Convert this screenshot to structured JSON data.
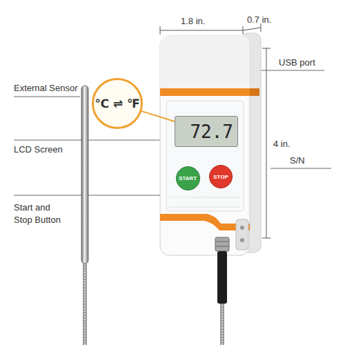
{
  "diagram": {
    "nodes": [
      {
        "text": [
          "℃ ⇌ ℉"
        ]
      },
      {
        "text": [
          "72.7"
        ]
      },
      {
        "text": [
          "START"
        ]
      },
      {
        "text": [
          "STOP"
        ]
      }
    ],
    "edges": [
      {
        "from": 0,
        "to": 1,
        "arrow": "none"
      }
    ],
    "labels": [
      "1.8 in.",
      "0.7 in.",
      "USB port",
      "External Sensor",
      "LCD Screen",
      "4 in.",
      "S/N",
      "Start and Stop Button"
    ]
  }
}
